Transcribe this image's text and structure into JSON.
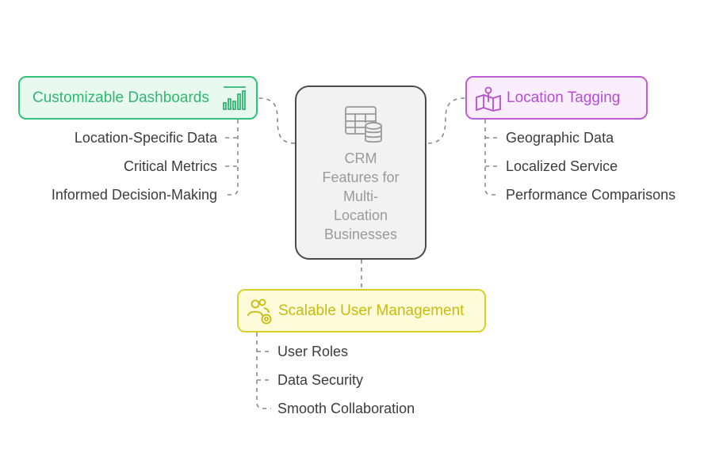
{
  "center": {
    "title": "CRM\nFeatures for\nMulti-\nLocation\nBusinesses",
    "icon": "table-database-icon"
  },
  "nodes": {
    "dashboards": {
      "label": "Customizable Dashboards",
      "icon": "bar-chart-icon",
      "color": "#34c27b",
      "items": [
        "Location-Specific Data",
        "Critical Metrics",
        "Informed Decision-Making"
      ]
    },
    "location": {
      "label": "Location Tagging",
      "icon": "map-pin-icon",
      "color": "#c05ed8",
      "items": [
        "Geographic Data",
        "Localized Service",
        "Performance Comparisons"
      ]
    },
    "users": {
      "label": "Scalable User Management",
      "icon": "user-settings-icon",
      "color": "#d9cf2a",
      "items": [
        "User Roles",
        "Data Security",
        "Smooth Collaboration"
      ]
    }
  }
}
